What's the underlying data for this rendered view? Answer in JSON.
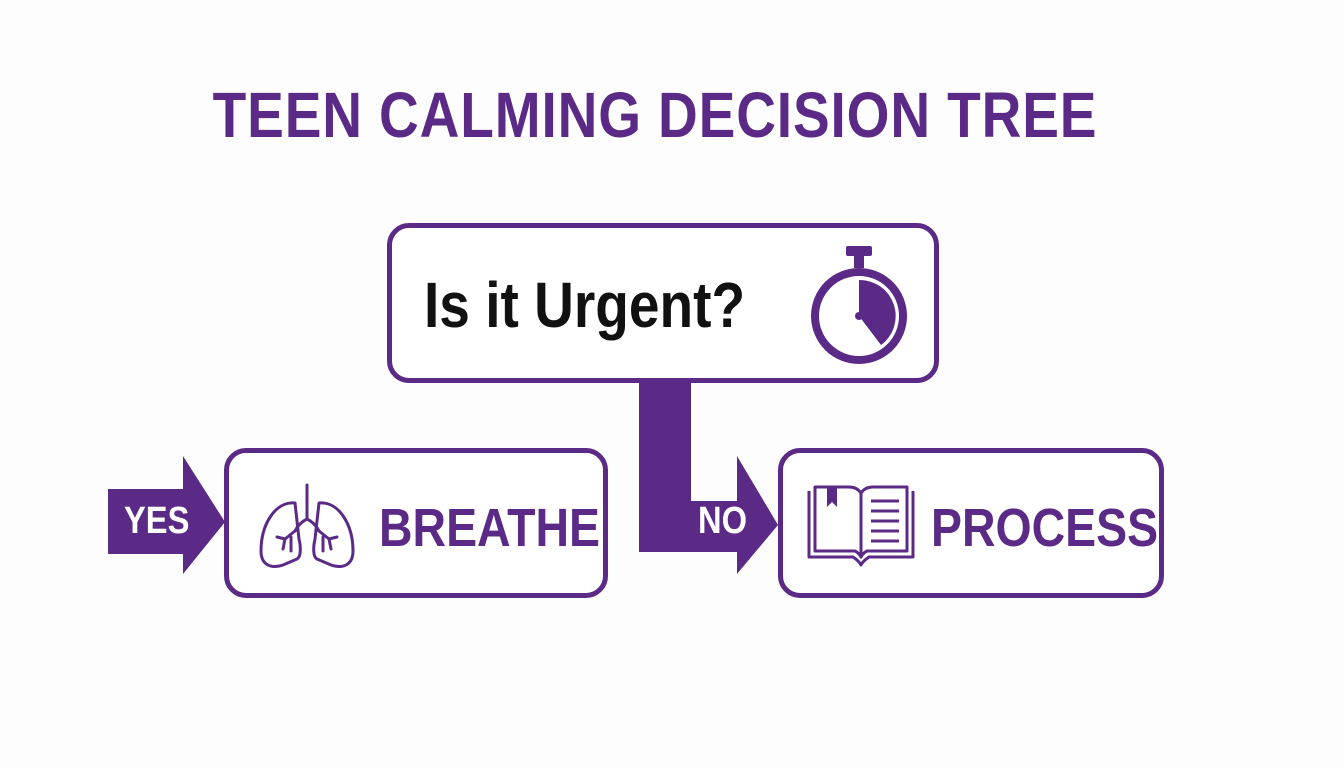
{
  "title": "TEEN CALMING DECISION TREE",
  "question": {
    "text": "Is it Urgent?",
    "icon": "stopwatch-icon"
  },
  "yes_branch": {
    "label": "YES",
    "action": "BREATHE",
    "icon": "lungs-icon"
  },
  "no_branch": {
    "label": "NO",
    "action": "PROCESS",
    "icon": "open-book-icon"
  },
  "colors": {
    "accent": "#5b2a86",
    "text": "#111111",
    "background": "#fdfdfe"
  }
}
